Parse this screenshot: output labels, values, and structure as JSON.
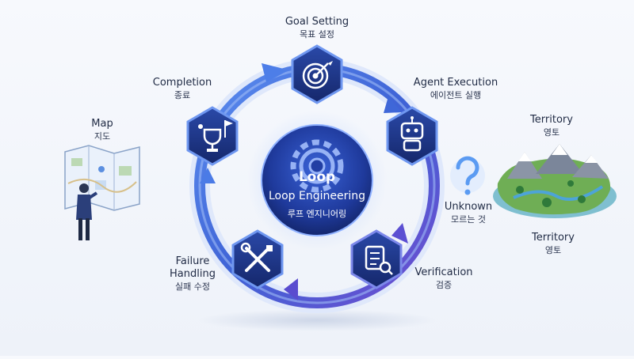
{
  "center": {
    "title": "Loop",
    "subtitle": "Loop Engineering",
    "subtitle_ko": "루프 엔지니어링"
  },
  "steps": [
    {
      "en": "Goal Setting",
      "ko": "목표 설정",
      "icon": "target-icon"
    },
    {
      "en": "Agent Execution",
      "ko": "에이전트 실행",
      "icon": "robot-icon"
    },
    {
      "en": "Verification",
      "ko": "검증",
      "icon": "checklist-icon"
    },
    {
      "en": "Failure Handling",
      "en_line1": "Failure",
      "en_line2": "Handling",
      "ko": "실패 수정",
      "icon": "tools-icon"
    },
    {
      "en": "Completion",
      "ko": "종료",
      "icon": "trophy-icon"
    }
  ],
  "map": {
    "en": "Map",
    "ko": "지도"
  },
  "territory_top": {
    "en": "Territory",
    "ko": "영토"
  },
  "territory_bottom": {
    "en": "Territory",
    "ko": "영토"
  },
  "unknown": {
    "en": "Unknown",
    "ko": "모르는 것"
  },
  "colors": {
    "ring_blue": "#3b6fd8",
    "ring_purple": "#6a4fd0",
    "hexagon_fill": "#1c2f78",
    "center_fill": "#1d3a9a",
    "question_blue": "#5b9bf2"
  }
}
